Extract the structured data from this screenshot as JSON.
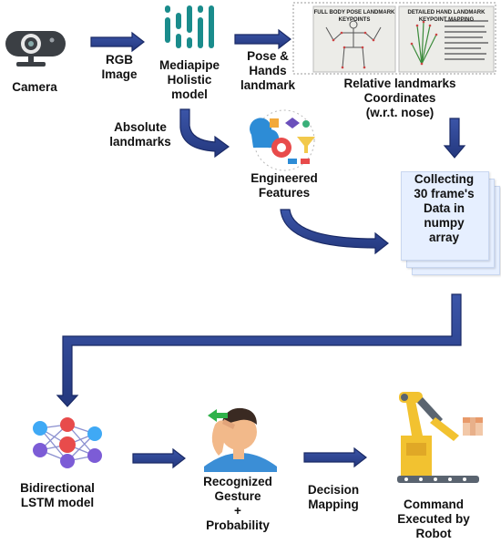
{
  "nodes": {
    "camera": "Camera",
    "mediapipe": "Mediapipe\nHolistic\nmodel",
    "relative": "Relative landmarks\nCoordinates\n(w.r.t. nose)",
    "engineered": "Engineered\nFeatures",
    "collecting": "Collecting\n30 frame's\nData in\nnumpy\narray",
    "lstm": "Bidirectional\nLSTM model",
    "recognized": "Recognized\nGesture\n+\nProbability",
    "command": "Command\nExecuted by\nRobot"
  },
  "edges": {
    "rgb": "RGB\nImage",
    "pose": "Pose &\nHands\nlandmark",
    "absolute": "Absolute\nlandmarks",
    "decision": "Decision\nMapping"
  },
  "panels": {
    "pose_title": "FULL BODY POSE LANDMARK KEYPOINTS",
    "hand_title": "DETAILED HAND LANDMARK KEYPOINT MAPPING"
  },
  "colors": {
    "arrow": "#2e4494",
    "arrow_stroke": "#1a2a66",
    "teal": "#1a8c8c",
    "stack": "#e6efff"
  }
}
